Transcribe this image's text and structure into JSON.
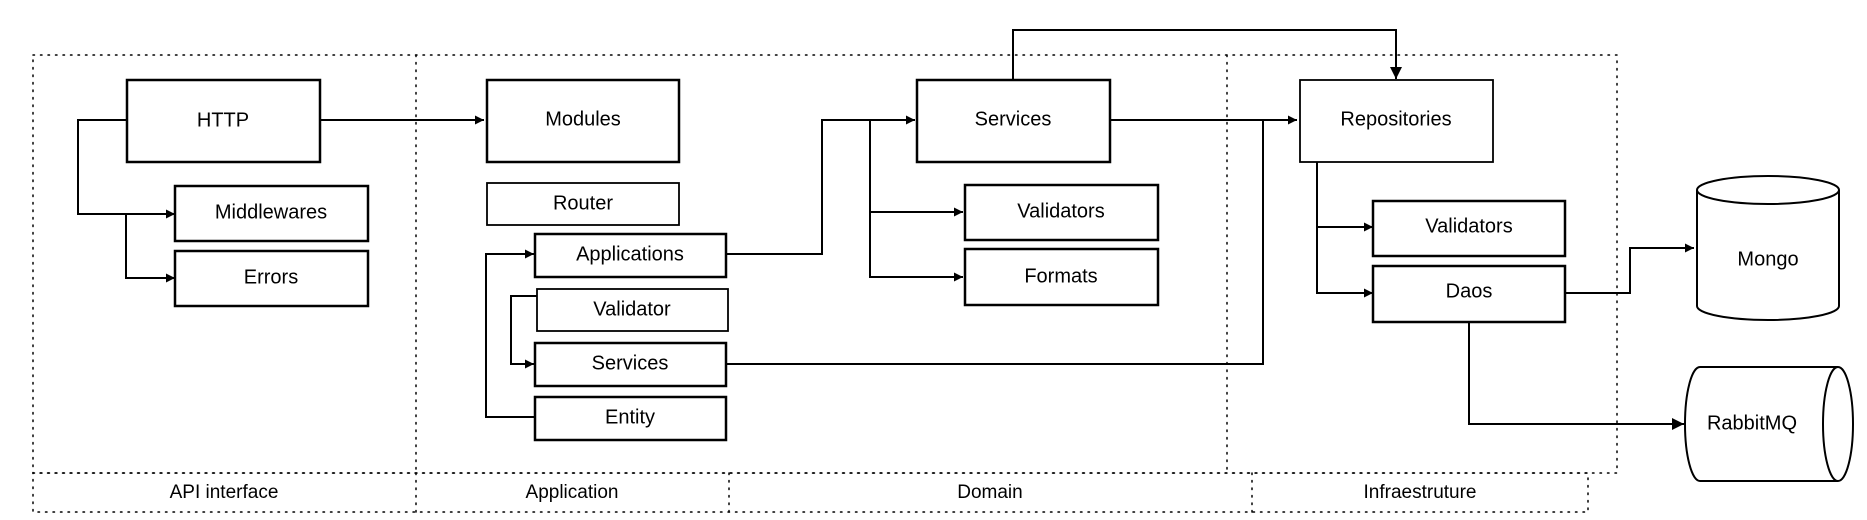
{
  "lanes": {
    "api": "API interface",
    "application": "Application",
    "domain": "Domain",
    "infra": "Infraestruture"
  },
  "api": {
    "http": "HTTP",
    "middlewares": "Middlewares",
    "errors": "Errors"
  },
  "application": {
    "modules": "Modules",
    "router": "Router",
    "applications": "Applications",
    "validator": "Validator",
    "services": "Services",
    "entity": "Entity"
  },
  "domain": {
    "services": "Services",
    "validators": "Validators",
    "formats": "Formats"
  },
  "infra": {
    "repositories": "Repositories",
    "validators": "Validators",
    "daos": "Daos"
  },
  "stores": {
    "mongo": "Mongo",
    "rabbitmq": "RabbitMQ"
  }
}
